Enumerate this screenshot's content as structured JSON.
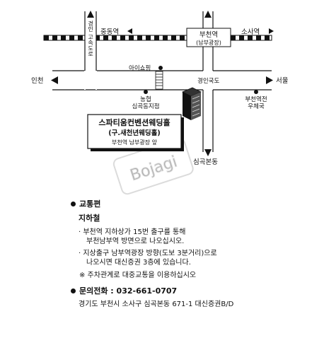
{
  "map": {
    "labels": {
      "gyeongin_rail_vertical": "경인",
      "jungdong_station": "중동역",
      "bucheon_station": "부천역",
      "bucheon_station_sub": "(남부광장)",
      "sosa_station": "소사역",
      "elevated_road": "고속도로",
      "i_shopping": "아이쇼핑",
      "incheon": "인천",
      "seoul": "서울",
      "gyeongin_road": "경인국도",
      "nonghyup": "농협",
      "nonghyup_branch": "심곡동지점",
      "post_office": "부천역전",
      "post_office_2": "우체국",
      "simgok_bondong": "심곡본동",
      "venue_name": "스파티움컨벤션웨딩홀",
      "venue_former": "(구.새천년웨딩홀)",
      "venue_location": "부천역 남부광장 앞",
      "watermark": "Bojagi"
    }
  },
  "info": {
    "transport_heading": "교통편",
    "subway_heading": "지하철",
    "subway_line1a": "· 부천역 지하상가 15번 출구를 통해",
    "subway_line1b": "부천남부역 방면으로 나오십시오.",
    "subway_line2a": "· 지상출구 남부역광장 방향(도보 3분거리)으로",
    "subway_line2b": "나오시면 대신증권 3층에 있습니다.",
    "parking_note": "※ 주차관계로 대중교통을 이용하십시오",
    "phone_label": "문의전화 : 032-661-0707",
    "address": "경기도 부천시 소사구 심곡본동 671-1 대신증권B/D"
  }
}
